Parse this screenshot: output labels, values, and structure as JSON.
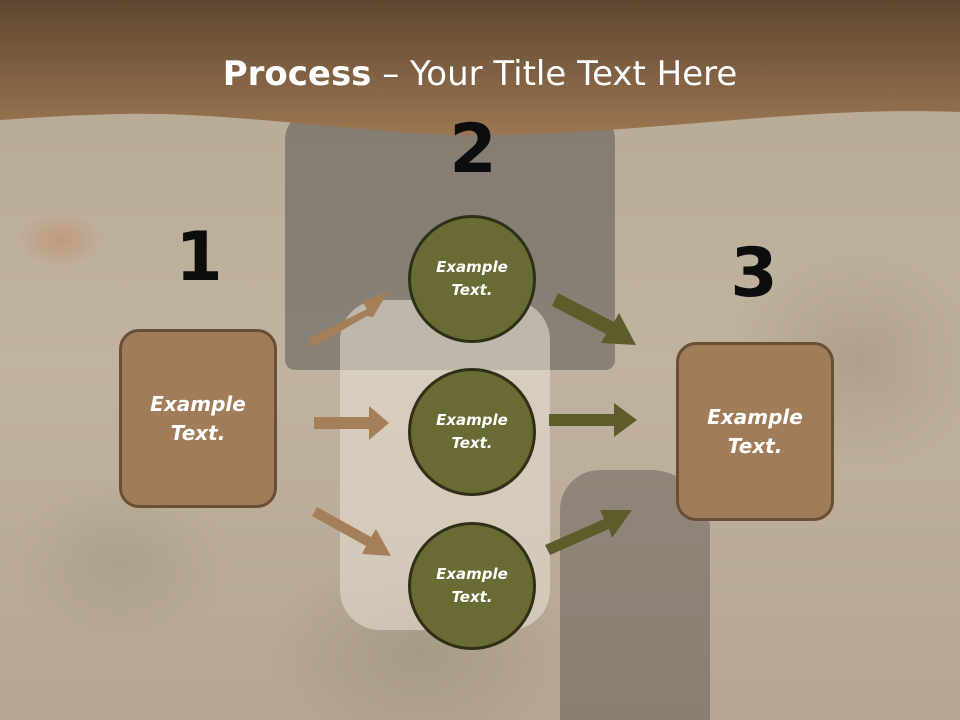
{
  "slide": {
    "title_bold": "Process",
    "title_rest": " – Your Title Text Here"
  },
  "steps": {
    "one": "1",
    "two": "2",
    "three": "3"
  },
  "nodes": {
    "left_box": "Example\nText.",
    "circle_top": "Example\nText.",
    "circle_middle": "Example\nText.",
    "circle_bottom": "Example\nText.",
    "right_box": "Example\nText."
  },
  "colors": {
    "header": "#8b6a45",
    "box_fill": "#a07c58",
    "circle_fill": "#6a6a34",
    "arrow_left": "#a47f5a",
    "arrow_right": "#5d5d2c"
  }
}
